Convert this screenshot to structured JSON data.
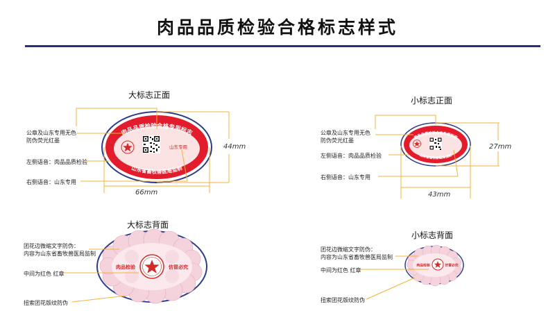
{
  "title": "肉品品质检验合格标志样式",
  "large_front": {
    "heading": "大标志正面",
    "ring_text": "肉品品质检验合格专用标志",
    "bottom_text": "山东省畜牧兽医局监制",
    "side_text": "山东专用",
    "note_ink": "公章及山东专用无色\n防伪荧光红墨",
    "note_left": "左侧语音：肉品品质检验",
    "note_right": "右侧语音：山东专用",
    "width_label": "66mm",
    "height_label": "44mm"
  },
  "small_front": {
    "heading": "小标志正面",
    "ring_text": "肉品品质检验合格专用标志",
    "bottom_text": "山东省畜牧兽医局监制",
    "note_ink": "公章及山东专用无色\n防伪荧光红墨",
    "note_left": "左侧语音：肉品品质检验",
    "note_right": "右侧语音：山东专用",
    "width_label": "43mm",
    "height_label": "27mm"
  },
  "large_back": {
    "heading": "大标志背面",
    "left_text": "肉品检验",
    "right_text": "仿冒必究",
    "note_micro": "团花边微缩文字防伪：\n内容为山东省畜牧兽医局监制",
    "note_red": "中间为红色 红章",
    "note_guilloche": "扭索团花版纹防伪"
  },
  "small_back": {
    "heading": "小标志背面",
    "left_text": "肉品检验",
    "right_text": "仿冒必究",
    "note_micro": "团花边微缩文字防伪：\n内容为山东省畜牧兽医局监制",
    "note_red": "中间为红色 红章",
    "note_guilloche": "扭索团花版纹防伪"
  },
  "colors": {
    "rule": "#2a2f7a",
    "seal_red": "#d42a2a",
    "leader": "#f0b43c",
    "oval_border": "#2b3a8c",
    "back_fill": "#f6dfe6"
  }
}
